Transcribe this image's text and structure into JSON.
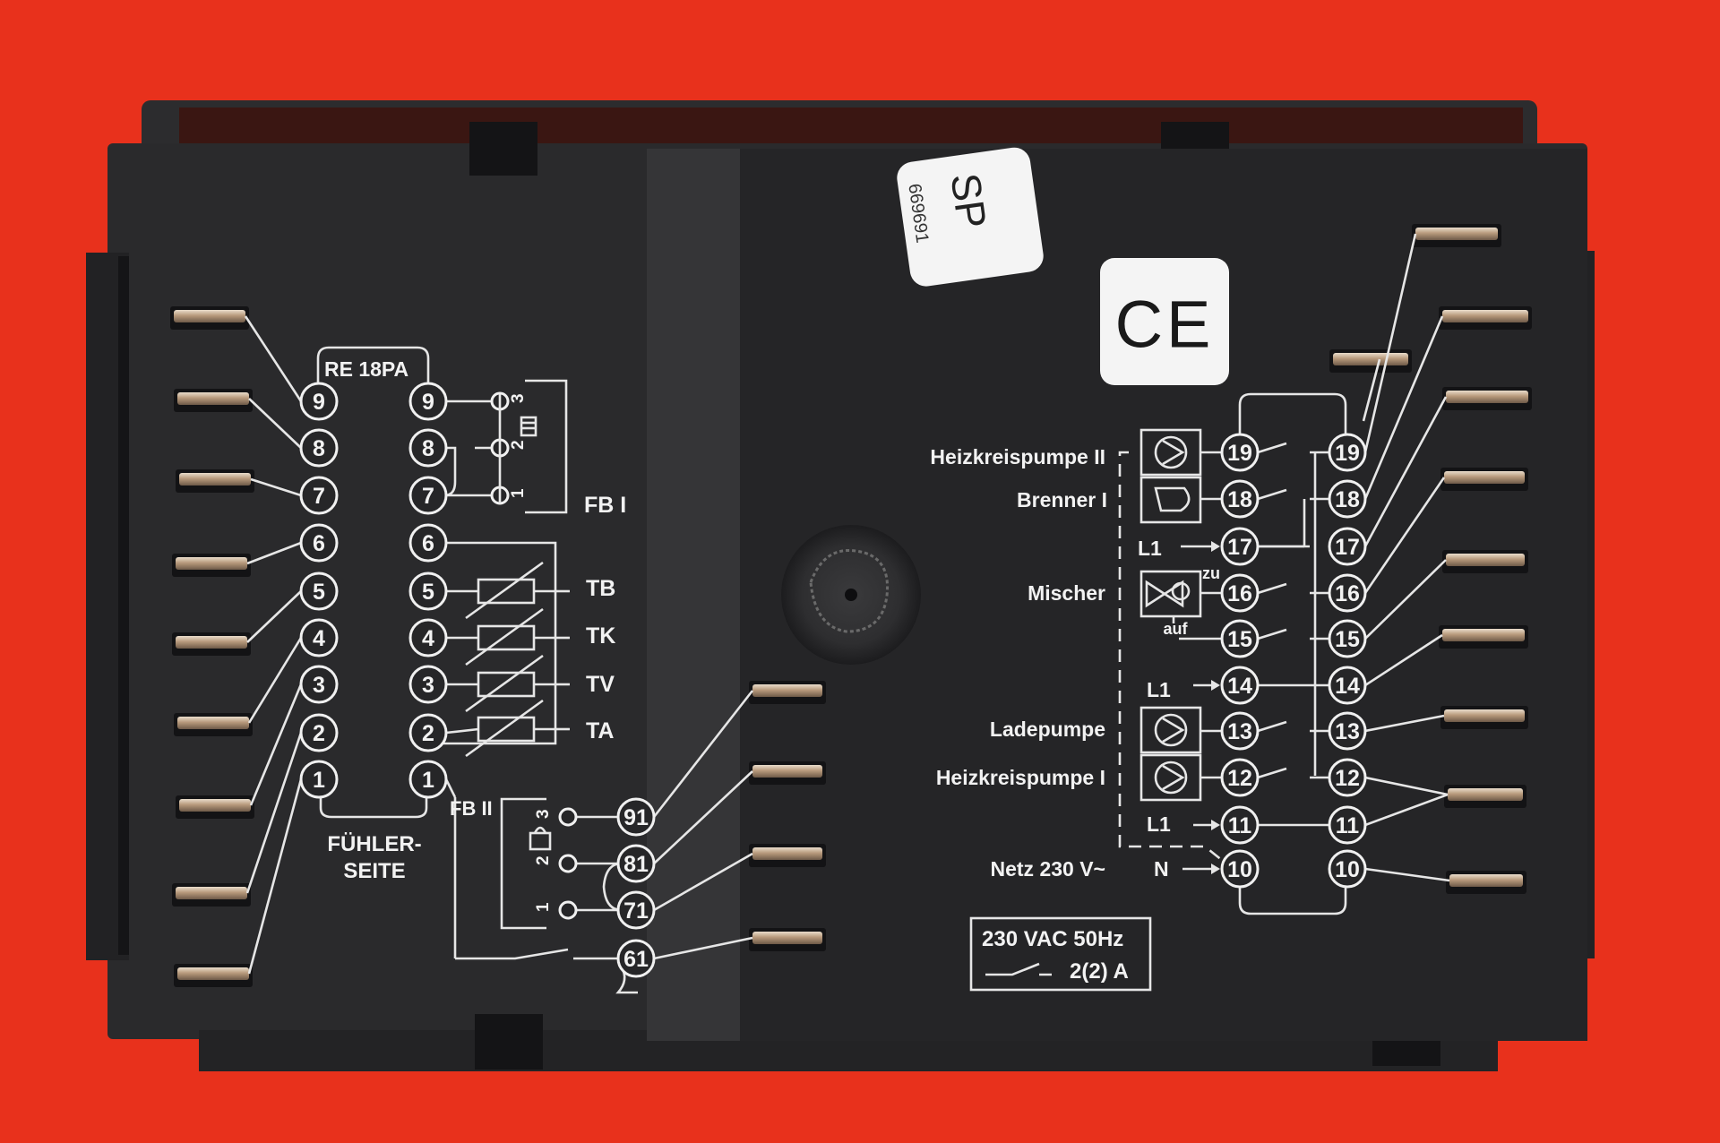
{
  "colors": {
    "background": "#e8311c",
    "housing": "#2a2a2c",
    "panel": "#1f1f21",
    "print": "#f2f2f2",
    "label": "#f4f4f4"
  },
  "sticker": {
    "code": "SP",
    "number": "669691"
  },
  "ce_mark": "CE",
  "left_block": {
    "title": "RE 18PA",
    "footer_line1": "FÜHLER-",
    "footer_line2": "SEITE",
    "outer_terminals": [
      "9",
      "8",
      "7",
      "6",
      "5",
      "4",
      "3",
      "2",
      "1"
    ],
    "inner_terminals": [
      "9",
      "8",
      "7",
      "6",
      "5",
      "4",
      "3",
      "2",
      "1"
    ],
    "fb1_label": "FB I",
    "fb1_pins": [
      "3",
      "2",
      "1"
    ],
    "sensors": [
      "TB",
      "TK",
      "TV",
      "TA"
    ]
  },
  "fb2_block": {
    "label": "FB II",
    "pins": [
      "3",
      "2",
      "1"
    ],
    "terminals": [
      "91",
      "81",
      "71",
      "61"
    ]
  },
  "right_block": {
    "labels": {
      "heizkreispumpe2": "Heizkreispumpe II",
      "brenner1": "Brenner I",
      "mischer": "Mischer",
      "ladepumpe": "Ladepumpe",
      "heizkreispumpe1": "Heizkreispumpe I",
      "netz": "Netz 230 V~",
      "l1": "L1",
      "n": "N",
      "zu": "zu",
      "auf": "auf"
    },
    "inner_terminals": [
      "19",
      "18",
      "17",
      "16",
      "15",
      "14",
      "13",
      "12",
      "11",
      "10"
    ],
    "outer_terminals": [
      "19",
      "18",
      "17",
      "16",
      "15",
      "14",
      "13",
      "12",
      "11",
      "10"
    ]
  },
  "rating": {
    "line1": "230 VAC 50Hz",
    "line2": "2(2) A"
  }
}
